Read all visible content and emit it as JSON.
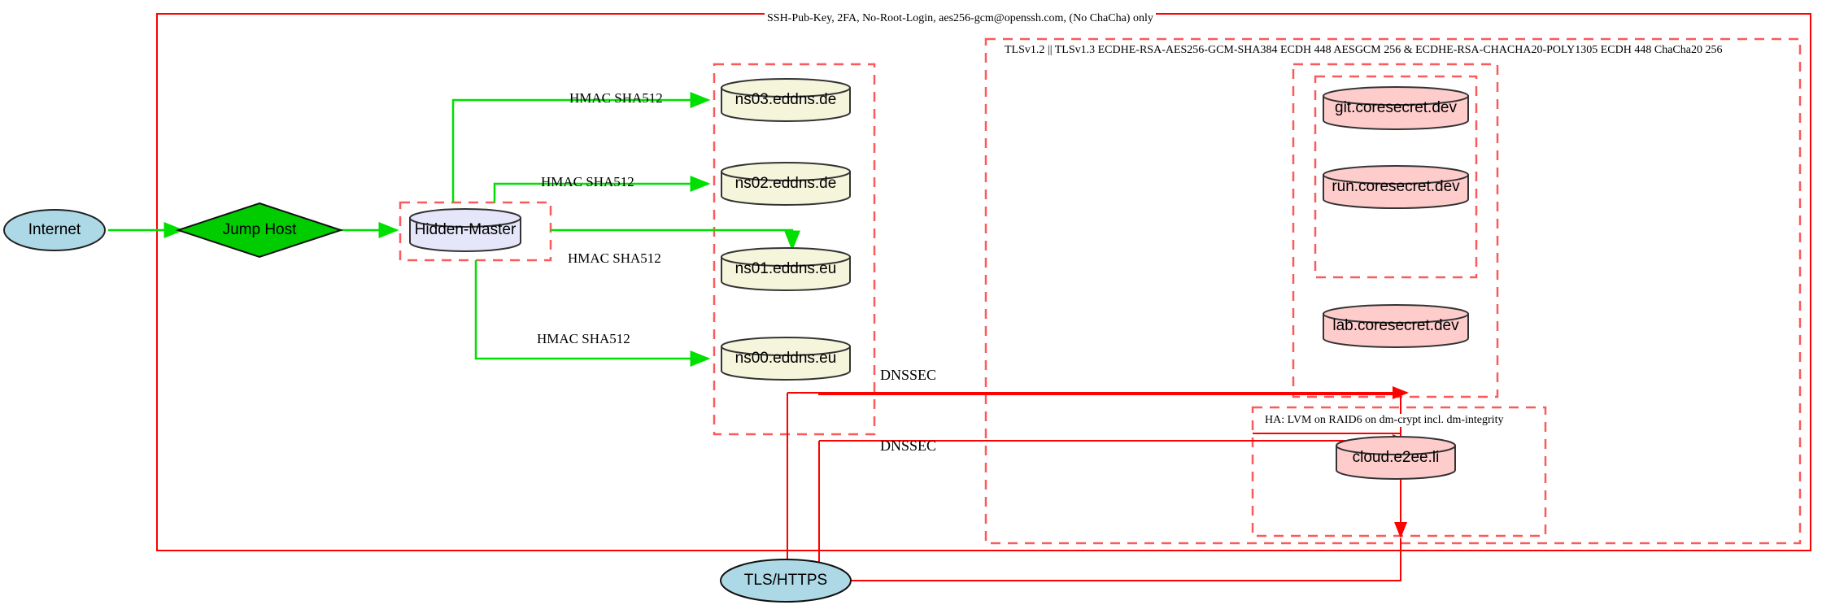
{
  "diagram": {
    "title_label": "SSH-Pub-Key, 2FA, No-Root-Login, aes256-gcm@openssh.com, (No ChaCha) only",
    "tls_label": "TLSv1.2 || TLSv1.3 ECDHE-RSA-AES256-GCM-SHA384 ECDH 448 AESGCM 256 & ECDHE-RSA-CHACHA20-POLY1305 ECDH 448 ChaCha20 256",
    "ha_label": "HA: LVM on RAID6 on dm-crypt incl. dm-integrity"
  },
  "colors": {
    "boundary_red": "#ff0000",
    "dashed_red": "#fa5a5a",
    "edge_green": "#00e000",
    "internet_fill": "#add8e6",
    "jumphost_fill": "#00cc00",
    "master_fill": "#e6e6fa",
    "dns_fill": "#f5f5dc",
    "host_fill": "#ffcccc",
    "stroke_dark": "#333333"
  },
  "nodes": {
    "internet": {
      "label": "Internet",
      "shape": "ellipse"
    },
    "jump_host": {
      "label": "Jump Host",
      "shape": "diamond"
    },
    "hidden_master": {
      "label": "Hidden-Master",
      "shape": "cylinder"
    },
    "tls_https": {
      "label": "TLS/HTTPS",
      "shape": "ellipse"
    },
    "ns03": {
      "label": "ns03.eddns.de",
      "shape": "cylinder"
    },
    "ns02": {
      "label": "ns02.eddns.de",
      "shape": "cylinder"
    },
    "ns01": {
      "label": "ns01.eddns.eu",
      "shape": "cylinder"
    },
    "ns00": {
      "label": "ns00.eddns.eu",
      "shape": "cylinder"
    },
    "git": {
      "label": "git.coresecret.dev",
      "shape": "cylinder"
    },
    "run": {
      "label": "run.coresecret.dev",
      "shape": "cylinder"
    },
    "lab": {
      "label": "lab.coresecret.dev",
      "shape": "cylinder"
    },
    "cloud": {
      "label": "cloud.e2ee.li",
      "shape": "cylinder"
    }
  },
  "edges": {
    "hmac_ns03": "HMAC SHA512",
    "hmac_ns02": "HMAC SHA512",
    "hmac_ns01": "HMAC SHA512",
    "hmac_ns00": "HMAC SHA512",
    "dnssec_upper": "DNSSEC",
    "dnssec_lower": "DNSSEC"
  }
}
